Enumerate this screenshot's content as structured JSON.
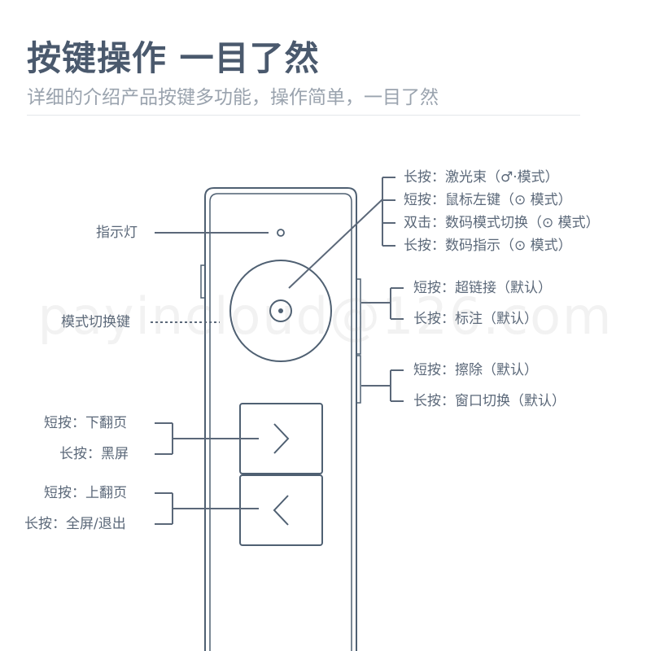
{
  "header": {
    "title": "按键操作 一目了然",
    "subtitle": "详细的介绍产品按键多功能，操作简单，一目了然"
  },
  "left_labels": {
    "indicator": "指示灯",
    "mode_switch": "模式切换键",
    "next_short": "短按：下翻页",
    "next_long": "长按：黑屏",
    "prev_short": "短按：上翻页",
    "prev_long": "长按：全屏/退出"
  },
  "center_button_labels": [
    "长按：激光束（♂·模式）",
    "短按：鼠标左键（⊙ 模式）",
    "双击：数码模式切换（⊙ 模式）",
    "长按：数码指示（⊙ 模式）"
  ],
  "side_upper_labels": [
    "短按：超链接（默认）",
    "长按：标注（默认）"
  ],
  "side_lower_labels": [
    "短按：擦除（默认）",
    "长按：窗口切换（默认）"
  ],
  "watermark": "payincloud@126.com",
  "colors": {
    "device_stroke": "#4f6072",
    "text": "#5b6879",
    "title": "#4a596d",
    "subtitle": "#9aa3ae"
  }
}
